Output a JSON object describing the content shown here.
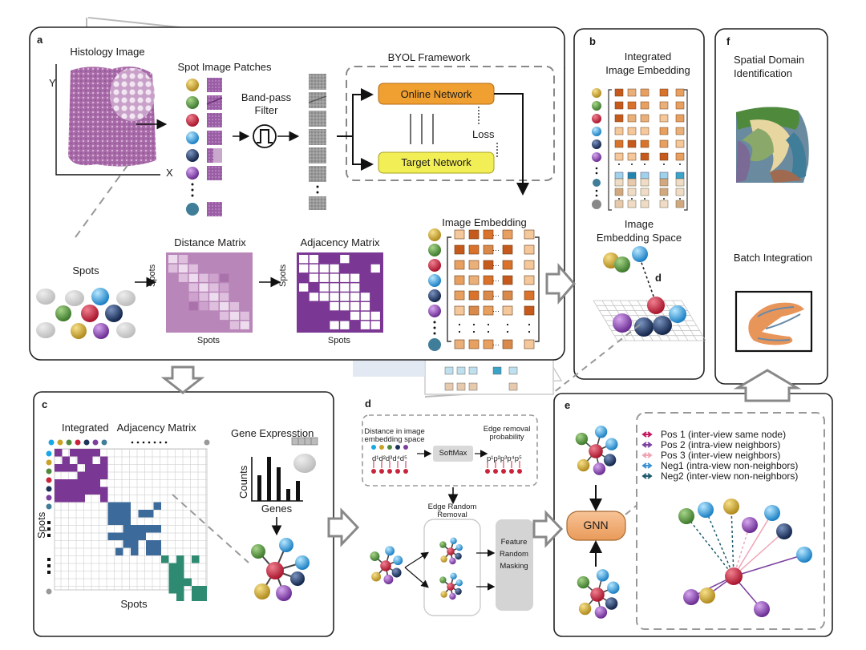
{
  "panels": {
    "a": {
      "letter": "a",
      "histology_title": "Histology Image",
      "axis_y": "Y",
      "axis_x": "X",
      "patches_title": "Spot Image Patches",
      "filter_label": [
        "Band-pass",
        "Filter"
      ],
      "byol_title": "BYOL Framework",
      "online_network": "Online Network",
      "target_network": "Target Network",
      "loss": "Loss",
      "image_embedding": "Image Embedding",
      "spots_title": "Spots",
      "distance_matrix_title": "Distance Matrix",
      "adjacency_matrix_title": "Adjacency Matrix",
      "matrix_axis": "Spots"
    },
    "b": {
      "letter": "b",
      "title": [
        "Integrated",
        "Image Embedding"
      ],
      "space_title": [
        "Image",
        "Embedding Space"
      ],
      "distance": "d"
    },
    "f": {
      "letter": "f",
      "title1": [
        "Spatial Domain",
        "Identification"
      ],
      "title2": "Batch Integration"
    },
    "c": {
      "letter": "c",
      "title": "Integrated   Adjacency Matrix",
      "gene_title": "Gene Expresstion",
      "counts": "Counts",
      "genes": "Genes",
      "spots_y": "Spots",
      "spots_x": "Spots"
    },
    "d": {
      "letter": "d",
      "distance_label": [
        "Distance in image",
        "embedding space"
      ],
      "distance_vars": "d¹d²d³d⁴d⁵",
      "softmax": "SoftMax",
      "edge_prob": [
        "Edge removal",
        "probability"
      ],
      "prob_vars": "p¹p²p³p⁴p⁵",
      "edge_random": [
        "Edge Random",
        "Removal"
      ],
      "feature_masking": [
        "Feature",
        "Random",
        "Masking"
      ]
    },
    "e": {
      "letter": "e",
      "gnn": "GNN",
      "legend": [
        {
          "text": "Pos 1 (inter-view same node)",
          "color": "#c2185b"
        },
        {
          "text": "Pos 2 (intra-view neighbors)",
          "color": "#7b3f9e"
        },
        {
          "text": "Pos 3 (inter-view neighbors)",
          "color": "#f0a3b5"
        },
        {
          "text": "Neg1 (intra-view non-neighbors)",
          "color": "#3a8fd1"
        },
        {
          "text": "Neg2 (inter-view non-neighbors)",
          "color": "#1f5b6e"
        }
      ]
    }
  },
  "colors": {
    "spot_gold": "#c9a227",
    "spot_green": "#4f8a3c",
    "spot_red": "#c8253d",
    "spot_cyan": "#1aa7e6",
    "spot_navy": "#1b3356",
    "spot_purple": "#7b3f9e",
    "spot_teal": "#3f7d98",
    "histology": "#a86aa8",
    "online_box": "#f0a030",
    "target_box": "#f2ee55",
    "adj_purple": "#7b3794",
    "adj_blue": "#3c6a9a",
    "adj_teal": "#2f8a72",
    "embedding_orange": "#d9722a"
  }
}
